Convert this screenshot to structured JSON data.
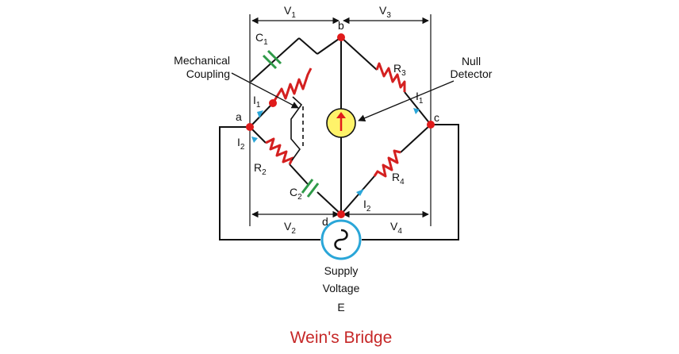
{
  "diagram": {
    "title": "Wein's Bridge",
    "nodes": {
      "a": "a",
      "b": "b",
      "c": "c",
      "d": "d"
    },
    "voltages": {
      "v1": {
        "base": "V",
        "sub": "1"
      },
      "v2": {
        "base": "V",
        "sub": "2"
      },
      "v3": {
        "base": "V",
        "sub": "3"
      },
      "v4": {
        "base": "V",
        "sub": "4"
      }
    },
    "components": {
      "c1": {
        "base": "C",
        "sub": "1"
      },
      "c2": {
        "base": "C",
        "sub": "2"
      },
      "r2": {
        "base": "R",
        "sub": "2"
      },
      "r3": {
        "base": "R",
        "sub": "3"
      },
      "r4": {
        "base": "R",
        "sub": "4"
      }
    },
    "currents": {
      "i1_left": {
        "base": "I",
        "sub": "1"
      },
      "i2_left": {
        "base": "I",
        "sub": "2"
      },
      "i1_right": {
        "base": "I",
        "sub": "1"
      },
      "i2_right": {
        "base": "I",
        "sub": "2"
      }
    },
    "annotations": {
      "mechanical_line1": "Mechanical",
      "mechanical_line2": "Coupling",
      "null_line1": "Null",
      "null_line2": "Detector",
      "supply_line1": "Supply",
      "supply_line2": "Voltage",
      "supply_symbol": "E"
    },
    "colors": {
      "wire": "#111111",
      "resistor": "#d42020",
      "capacitor": "#2e9a48",
      "node": "#e01b1b",
      "current_arrow": "#2aa6d8",
      "source_ring": "#2aa6d8",
      "detector_fill": "#fff36a",
      "detector_arrow": "#e01b1b",
      "title": "#c62828"
    }
  }
}
